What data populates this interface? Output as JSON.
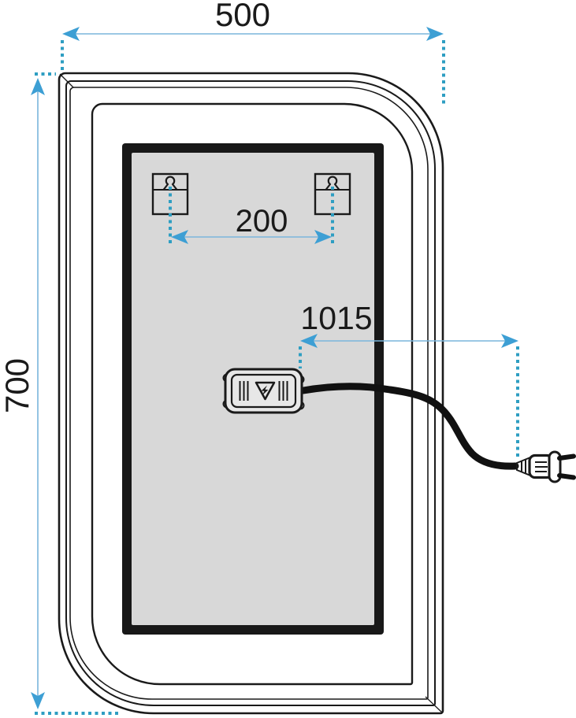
{
  "diagram": {
    "type": "product-dimension-drawing",
    "subject": "rounded asymmetric mirror with LED driver box, mounting brackets and power plug",
    "dimensions": {
      "width": "500",
      "height": "700",
      "bracket_spacing": "200",
      "cable_length": "1015"
    },
    "icons": [
      "mounting-hook-icon",
      "warning-triangle-lightning-icon",
      "power-plug-icon"
    ]
  },
  "colors": {
    "dim_line": "#7ab6dc",
    "arrow": "#3d9fd4",
    "dots": "#2e9ec2",
    "ink": "#1a1a1a",
    "panel_fill": "#d8d8d8",
    "panel_border": "#181818",
    "box_fill": "#e7e7e7",
    "background": "#ffffff"
  }
}
